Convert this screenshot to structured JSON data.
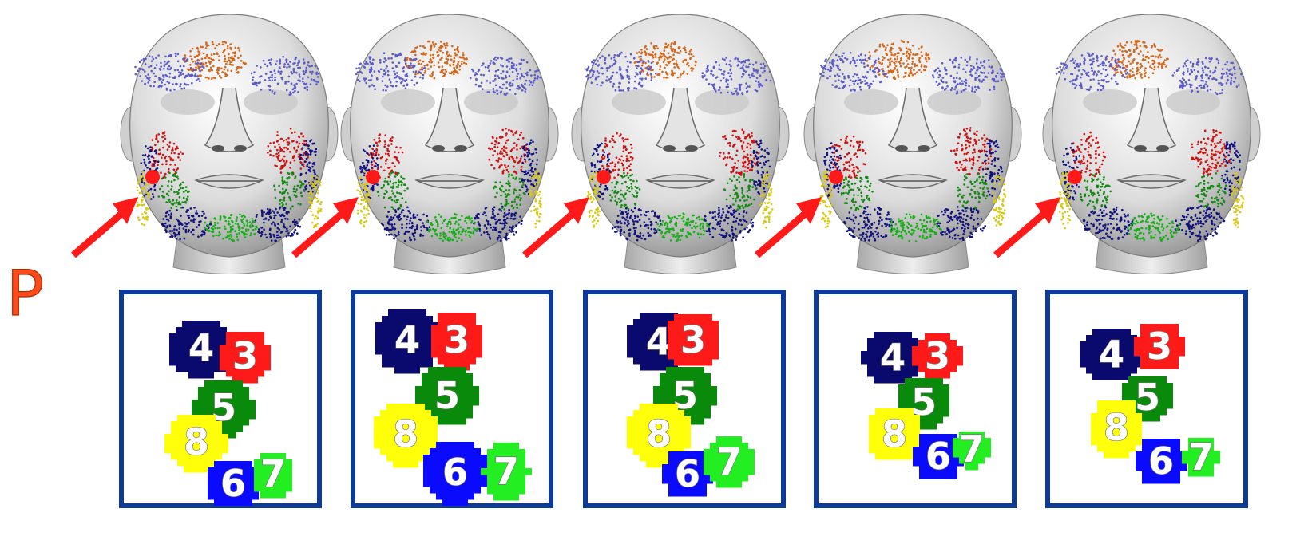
{
  "side_label": "P",
  "colors": {
    "region_3": "#ff1a1a",
    "region_4": "#0a0a6e",
    "region_5": "#0a8a0a",
    "region_6": "#0a0aff",
    "region_7": "#22ee22",
    "region_8": "#ffff0a",
    "frame": "#0b3a9a",
    "arrow": "#ff1a1a",
    "marker": "#ff1a1a",
    "number_text": "#ffffff"
  },
  "panels": [
    {
      "regions": [
        {
          "id": 4,
          "label": "4"
        },
        {
          "id": 3,
          "label": "3"
        },
        {
          "id": 5,
          "label": "5"
        },
        {
          "id": 8,
          "label": "8"
        },
        {
          "id": 6,
          "label": "6"
        },
        {
          "id": 7,
          "label": "7"
        }
      ]
    },
    {
      "regions": [
        {
          "id": 4,
          "label": "4"
        },
        {
          "id": 3,
          "label": "3"
        },
        {
          "id": 5,
          "label": "5"
        },
        {
          "id": 8,
          "label": "8"
        },
        {
          "id": 6,
          "label": "6"
        },
        {
          "id": 7,
          "label": "7"
        }
      ]
    },
    {
      "regions": [
        {
          "id": 4,
          "label": "4"
        },
        {
          "id": 3,
          "label": "3"
        },
        {
          "id": 5,
          "label": "5"
        },
        {
          "id": 8,
          "label": "8"
        },
        {
          "id": 6,
          "label": "6"
        },
        {
          "id": 7,
          "label": "7"
        }
      ]
    },
    {
      "regions": [
        {
          "id": 4,
          "label": "4"
        },
        {
          "id": 3,
          "label": "3"
        },
        {
          "id": 5,
          "label": "5"
        },
        {
          "id": 8,
          "label": "8"
        },
        {
          "id": 6,
          "label": "6"
        },
        {
          "id": 7,
          "label": "7"
        }
      ]
    },
    {
      "regions": [
        {
          "id": 4,
          "label": "4"
        },
        {
          "id": 3,
          "label": "3"
        },
        {
          "id": 5,
          "label": "5"
        },
        {
          "id": 8,
          "label": "8"
        },
        {
          "id": 6,
          "label": "6"
        },
        {
          "id": 7,
          "label": "7"
        }
      ]
    }
  ]
}
